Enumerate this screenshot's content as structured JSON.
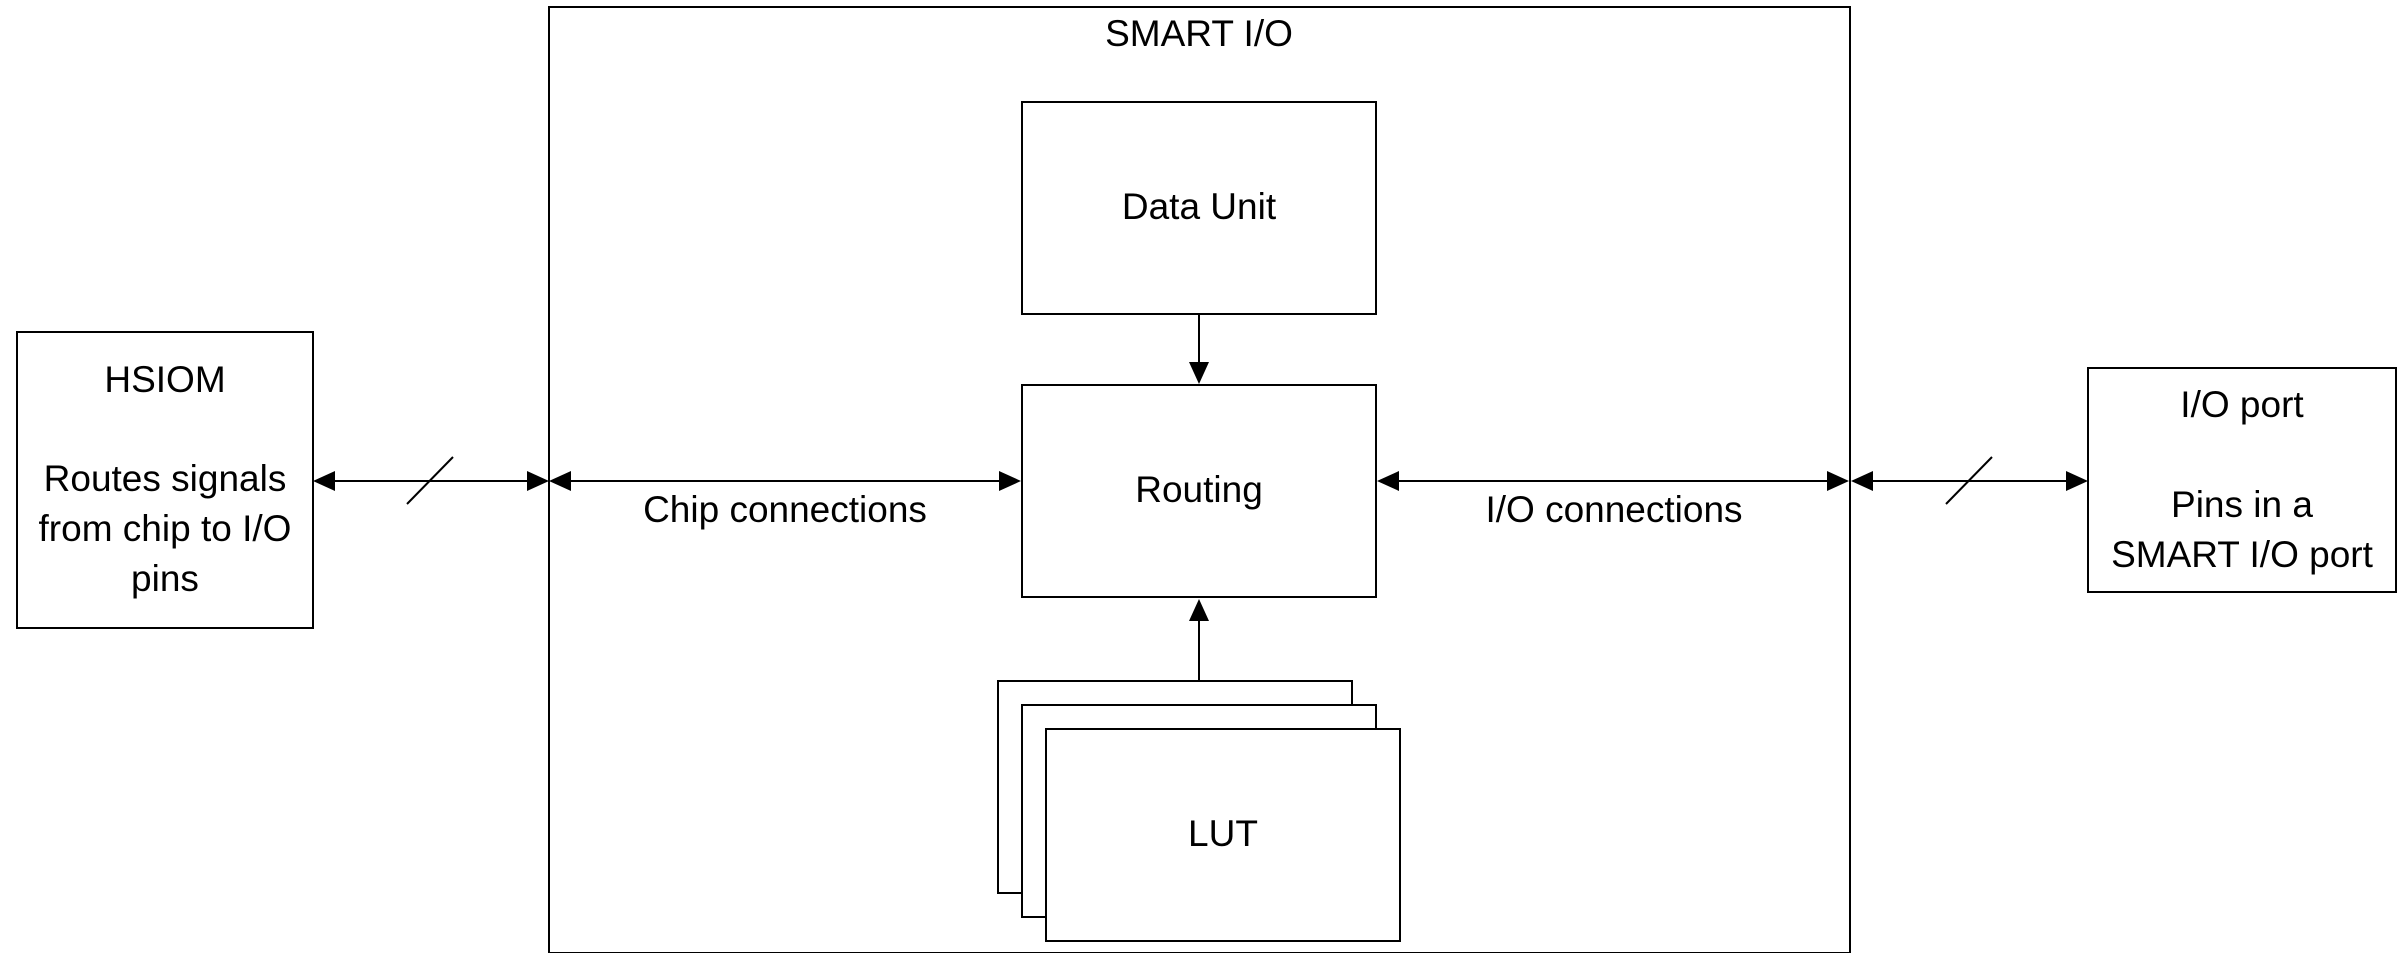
{
  "diagram": {
    "smart_io": {
      "title": "SMART I/O"
    },
    "data_unit": {
      "label": "Data Unit"
    },
    "routing": {
      "label": "Routing"
    },
    "lut": {
      "label": "LUT"
    },
    "hsiom": {
      "title": "HSIOM",
      "desc_lines": [
        "Routes signals",
        "from chip to I/O",
        "pins"
      ]
    },
    "io_port": {
      "title": "I/O port",
      "desc_lines": [
        "Pins in a",
        "SMART I/O port"
      ]
    },
    "chip_connections": {
      "label": "Chip connections"
    },
    "io_connections": {
      "label": "I/O connections"
    }
  }
}
